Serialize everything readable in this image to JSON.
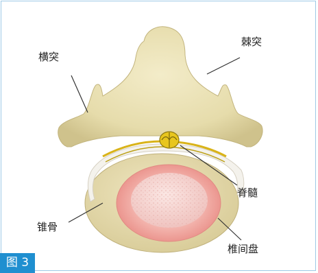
{
  "labels": {
    "transverse_process": "横突",
    "spinous_process": "棘突",
    "spinal_cord": "脊髓",
    "vertebral_body": "锥骨",
    "intervertebral_disc": "椎间盘"
  },
  "figure_badge": "图 3",
  "colors": {
    "frame_border": "#9ec9e6",
    "badge": "#1f8fd0",
    "bone": "#e9dfb3",
    "disc_ring": "#ef9e98",
    "nucleus": "#f6d5d2",
    "ligament": "#f3f1ea",
    "spinal_cord": "#e8c61e"
  },
  "icons": [
    "vertebra-illustration"
  ]
}
